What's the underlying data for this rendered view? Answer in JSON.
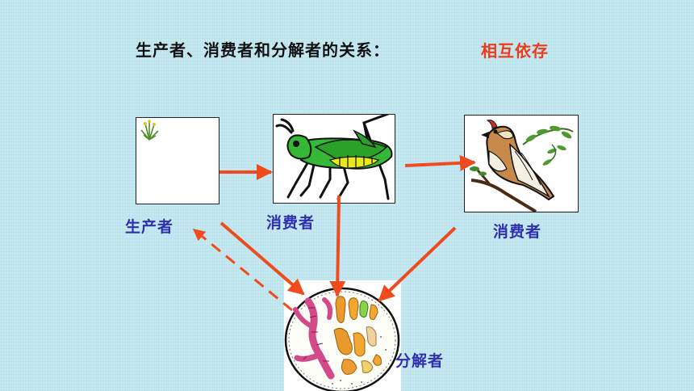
{
  "title": "生产者、消费者和分解者的关系：",
  "relation": "相互依存",
  "labels": {
    "producer": "生产者",
    "consumer1": "消费者",
    "consumer2": "消费者",
    "decomposer": "分解者"
  },
  "colors": {
    "background": "#bfe6ef",
    "arrow": "#f04b1e",
    "label": "#2f2fb0",
    "relation": "#f03a17"
  }
}
